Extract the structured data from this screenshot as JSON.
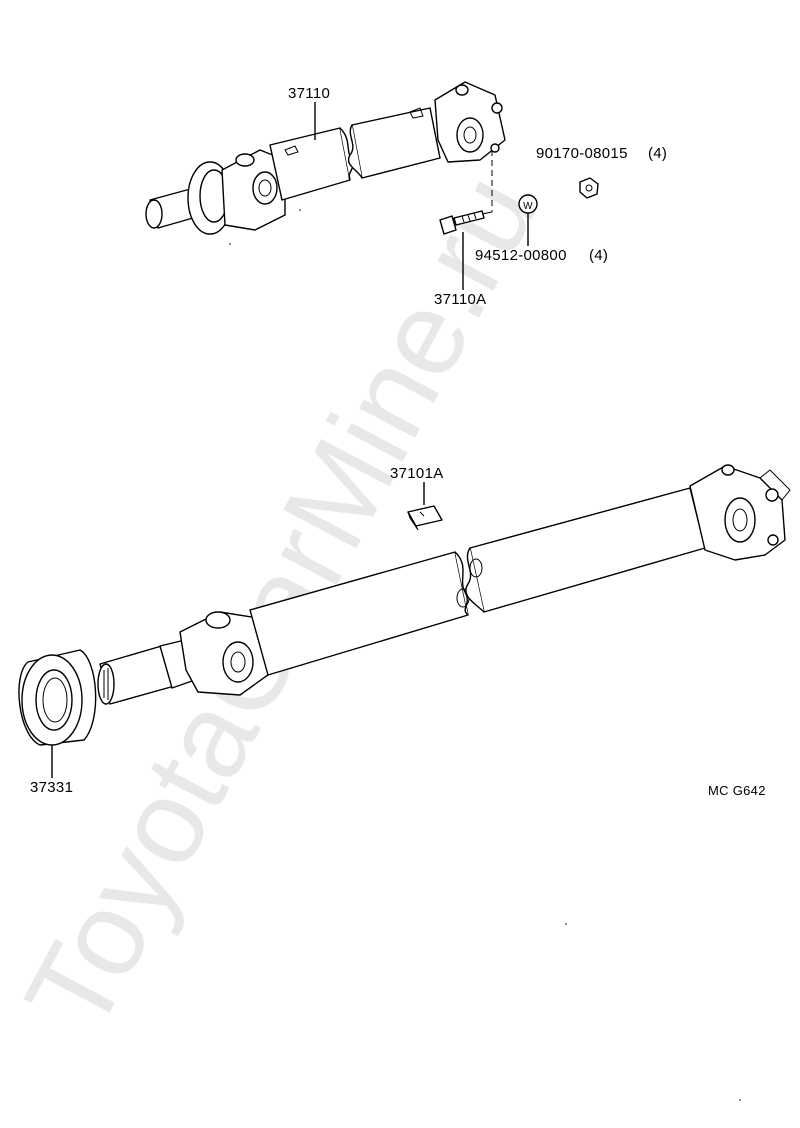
{
  "watermark": "ToyotaCarMine.ru",
  "labels": {
    "shaft_front": "37110",
    "nut": "90170-08015",
    "nut_qty": "(4)",
    "washer_symbol": "W",
    "washer": "94512-00800",
    "washer_qty": "(4)",
    "bolt": "37110A",
    "clip": "37101A",
    "seal": "37331",
    "figure_code": "MC G642"
  }
}
